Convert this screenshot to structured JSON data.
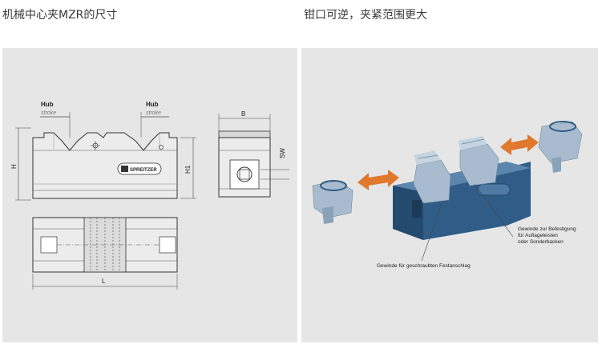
{
  "headings": {
    "left": "机械中心夹MZR的尺寸",
    "right": "钳口可逆，夹紧范围更大"
  },
  "left_drawing": {
    "hub_label": "Hub",
    "stroke_label": "stroke",
    "dim_h": "H",
    "dim_h1": "H1",
    "dim_b": "B",
    "dim_sw": "SW",
    "dim_l": "L",
    "badge_text": "SPREITZER"
  },
  "right_drawing": {
    "callout_mount": "Gewinde zur Befestigung\nfür Auflageleisten\noder Sonderbacken",
    "callout_mount_lines": [
      "Gewinde zur Befestigung",
      "für Auflageleisten",
      "oder Sonderbacken"
    ],
    "callout_stop": "Gewinde für geschraubten Festanschlag"
  },
  "colors": {
    "panel_bg": "#e6e6e6",
    "vise_blue": "#2f5d87",
    "vise_light": "#a9bccf",
    "arrow_orange": "#e0782e"
  }
}
